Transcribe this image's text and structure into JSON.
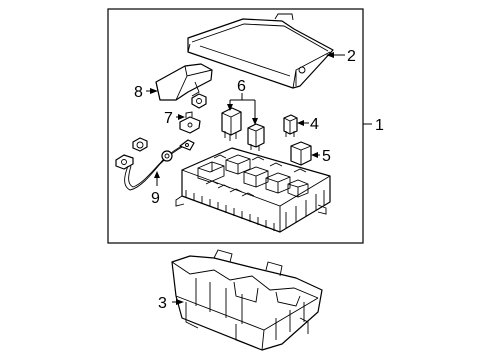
{
  "callouts": {
    "c1": "1",
    "c2": "2",
    "c3": "3",
    "c4": "4",
    "c5": "5",
    "c6": "6",
    "c7": "7",
    "c8": "8",
    "c9": "9"
  },
  "parts": [
    {
      "callout": "1",
      "name": "fuse-relay-box-assembly"
    },
    {
      "callout": "2",
      "name": "cover"
    },
    {
      "callout": "3",
      "name": "lower-housing-bracket"
    },
    {
      "callout": "4",
      "name": "mini-relay"
    },
    {
      "callout": "5",
      "name": "relay"
    },
    {
      "callout": "6",
      "name": "relay-pair"
    },
    {
      "callout": "7",
      "name": "bracket"
    },
    {
      "callout": "8",
      "name": "terminal-cover"
    },
    {
      "callout": "9",
      "name": "ground-cable"
    }
  ]
}
